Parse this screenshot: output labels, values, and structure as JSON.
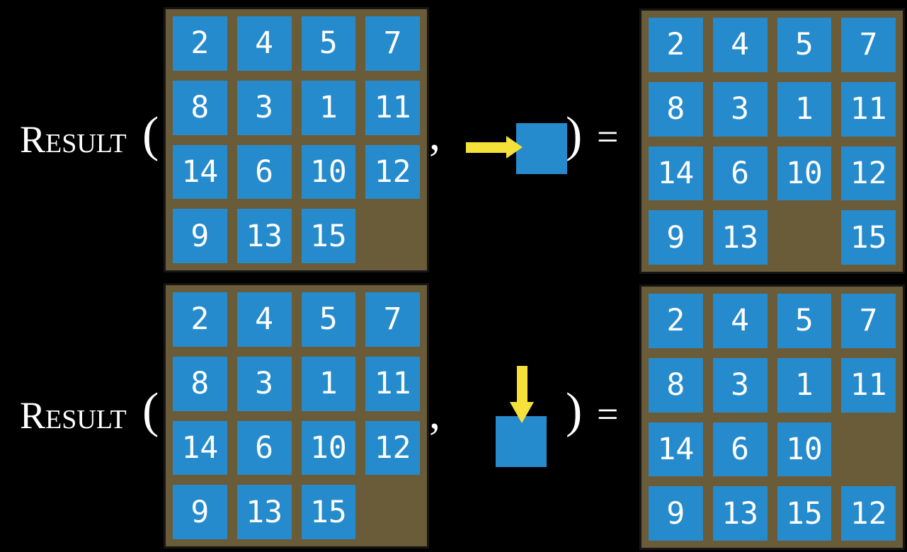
{
  "colors": {
    "tile_blue": "#268BCD",
    "board_brown": "#6A5B39",
    "arrow_yellow": "#F5E13A",
    "text_white": "#FFFFFF",
    "background": "#000000",
    "board_edge": "#161616"
  },
  "equations": [
    {
      "function_label": "Result",
      "open_paren": "(",
      "comma": ",",
      "close_paren": ")",
      "equals_sign": "=",
      "action": {
        "icon": "right-arrow-icon",
        "direction": "right"
      },
      "input_grid": [
        [
          "2",
          "4",
          "5",
          "7"
        ],
        [
          "8",
          "3",
          "1",
          "11"
        ],
        [
          "14",
          "6",
          "10",
          "12"
        ],
        [
          "9",
          "13",
          "15",
          ""
        ]
      ],
      "output_grid": [
        [
          "2",
          "4",
          "5",
          "7"
        ],
        [
          "8",
          "3",
          "1",
          "11"
        ],
        [
          "14",
          "6",
          "10",
          "12"
        ],
        [
          "9",
          "13",
          "",
          "15"
        ]
      ]
    },
    {
      "function_label": "Result",
      "open_paren": "(",
      "comma": ",",
      "close_paren": ")",
      "equals_sign": "=",
      "action": {
        "icon": "down-arrow-icon",
        "direction": "down"
      },
      "input_grid": [
        [
          "2",
          "4",
          "5",
          "7"
        ],
        [
          "8",
          "3",
          "1",
          "11"
        ],
        [
          "14",
          "6",
          "10",
          "12"
        ],
        [
          "9",
          "13",
          "15",
          ""
        ]
      ],
      "output_grid": [
        [
          "2",
          "4",
          "5",
          "7"
        ],
        [
          "8",
          "3",
          "1",
          "11"
        ],
        [
          "14",
          "6",
          "10",
          ""
        ],
        [
          "9",
          "13",
          "15",
          "12"
        ]
      ]
    }
  ]
}
